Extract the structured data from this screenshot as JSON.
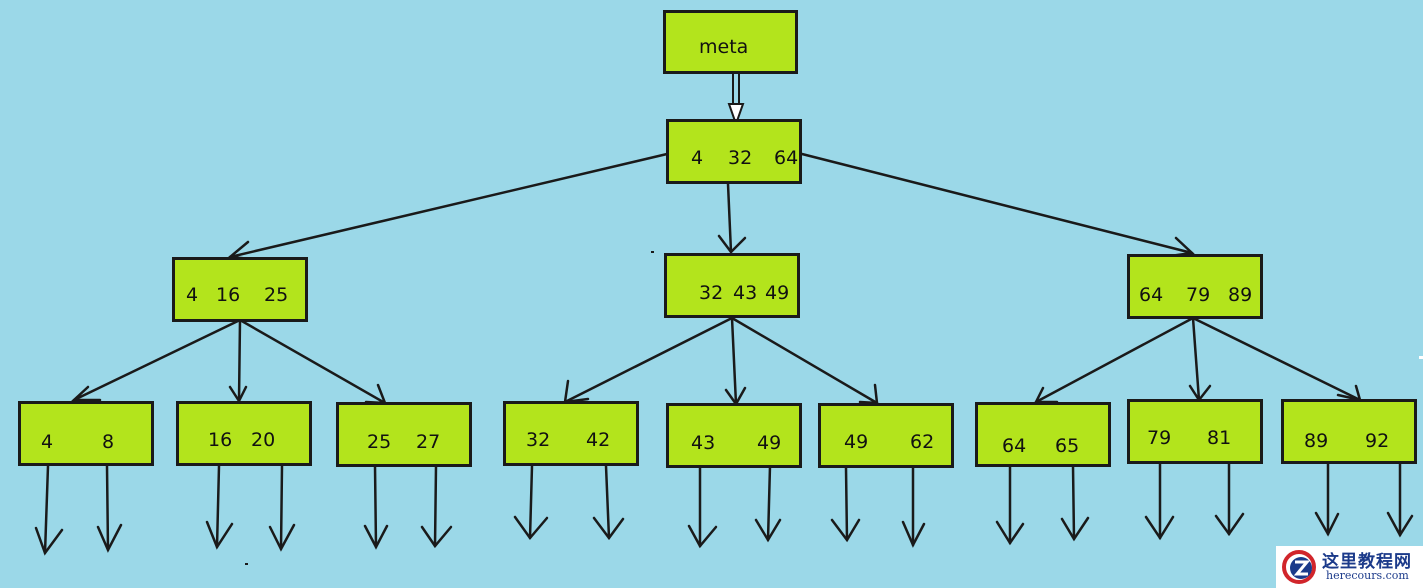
{
  "tree": {
    "meta": "meta",
    "root": [
      "4",
      "32",
      "64"
    ],
    "level2": [
      [
        "4",
        "16",
        "25"
      ],
      [
        "32",
        "43",
        "49"
      ],
      [
        "64",
        "79",
        "89"
      ]
    ],
    "leaves": [
      [
        "4",
        "8"
      ],
      [
        "16",
        "20"
      ],
      [
        "25",
        "27"
      ],
      [
        "32",
        "42"
      ],
      [
        "43",
        "49"
      ],
      [
        "49",
        "62"
      ],
      [
        "64",
        "65"
      ],
      [
        "79",
        "81"
      ],
      [
        "89",
        "92"
      ]
    ]
  },
  "watermark": {
    "name": "这里教程网",
    "url": "herecours.com"
  },
  "colors": {
    "background": "#9bd8e8",
    "node_fill": "#b3e41c",
    "stroke": "#1a1a1a",
    "watermark_text": "#1b3a8a"
  }
}
